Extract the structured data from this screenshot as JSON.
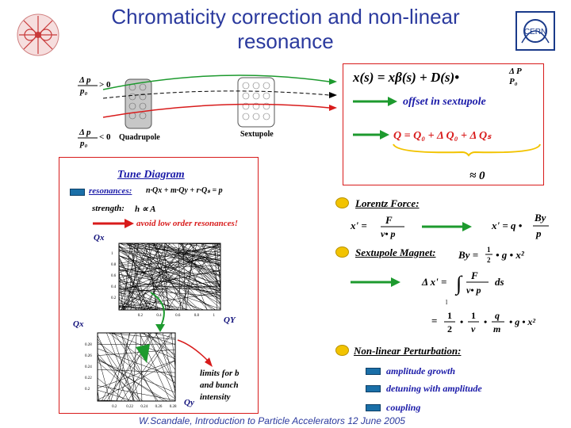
{
  "title_line1": "Chromaticity correction and non-linear",
  "title_line2": "resonance",
  "logos": {
    "left_logo": "accelerator-logo",
    "right_logo_text": "CERN"
  },
  "beam_diagram": {
    "dp_plus": "> 0",
    "dp_minus": "< 0",
    "quadrupole_label": "Quadrupole",
    "sextupole_label": "Sextupole"
  },
  "formula_box": {
    "line1": "x(s) = xβ(s) + D(s)•",
    "offset_label": "offset in sextupole",
    "q_formula": "Q = Q₀ + Δ Q₀ + Δ Qₛ",
    "approx": "≈ 0"
  },
  "tune_box": {
    "title": "Tune Diagram",
    "resonances_label": "resonances:",
    "resonance_eq": "n·Qx + m·Qy + r·Qₛ = p",
    "strength_label": "strength:",
    "strength_eq": "h ∝ A",
    "avoid_text": "avoid low order resonances!",
    "qx_top": "Qx",
    "qx_bottom": "Qx",
    "qy_right": "QY",
    "qy_bottom": "Qy",
    "limits_text": [
      "limits for b",
      "and bunch",
      "intensity"
    ],
    "axis_ticks_1": [
      "0.2",
      "0.4",
      "0.6",
      "0.8",
      "1"
    ],
    "axis_ticks_2": [
      "0.2",
      "0.22",
      "0.24",
      "0.26",
      "0.28"
    ]
  },
  "right_items": {
    "lorentz": "Lorentz Force:",
    "sextupole_magnet": "Sextupole Magnet:",
    "nonlinear": "Non-linear Perturbation:",
    "effects": [
      "amplitude growth",
      "detuning with amplitude",
      "coupling"
    ]
  },
  "formulas": {
    "lorentz_left": "x' = F / v•p",
    "lorentz_right": "x' = q • By / p",
    "sext_eq": "By = 1/2 • g • x²",
    "kick_eq": "Δ x' = ∫ F / v•p ds",
    "kick_eq2": "= 1/2 • 1/v • q/m • g • x²"
  },
  "footer": "W.Scandale, Introduction to Particle Accelerators 12 June 2005",
  "colors": {
    "title": "#2b3a9e",
    "accent_red": "#d81b1b",
    "accent_green": "#1d9a2e",
    "text_blue": "#1a1aa8"
  }
}
